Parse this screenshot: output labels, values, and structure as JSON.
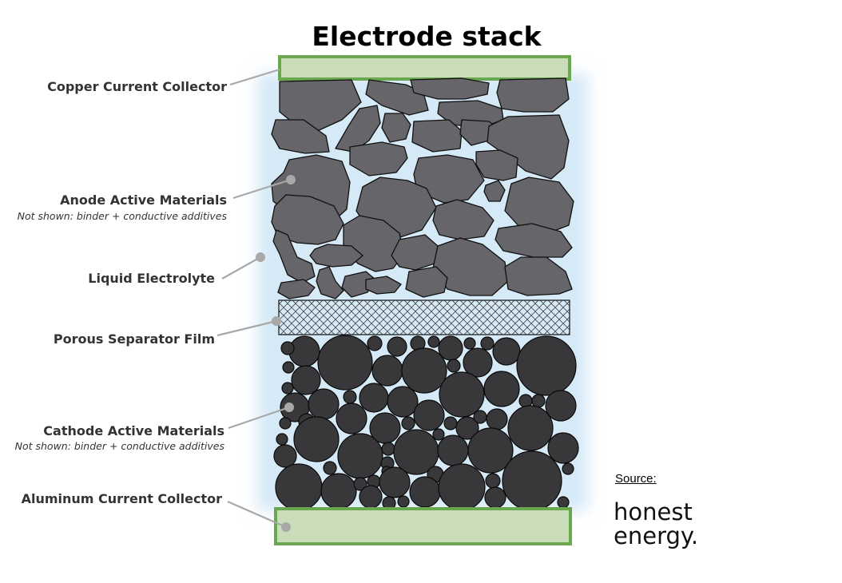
{
  "title": "Electrode stack",
  "labels": {
    "copper": "Copper Current Collector",
    "anode": "Anode Active Materials",
    "anode_note": "Not shown: binder + conductive additives",
    "electrolyte": "Liquid Electrolyte",
    "separator": "Porous Separator Film",
    "cathode": "Cathode Active Materials",
    "cathode_note": "Not shown: binder + conductive additives",
    "aluminum": "Aluminum Current Collector"
  },
  "source": {
    "label": "Source:",
    "brand_line1": "honest",
    "brand_line2": "energy."
  },
  "colors": {
    "collector_fill": "#c9deb8",
    "collector_border": "#6aa84f",
    "anode_particle": "#65656a",
    "cathode_particle": "#38383b",
    "electrolyte_glow": "#d6e9f7",
    "leader_line": "#a8a8a8"
  }
}
